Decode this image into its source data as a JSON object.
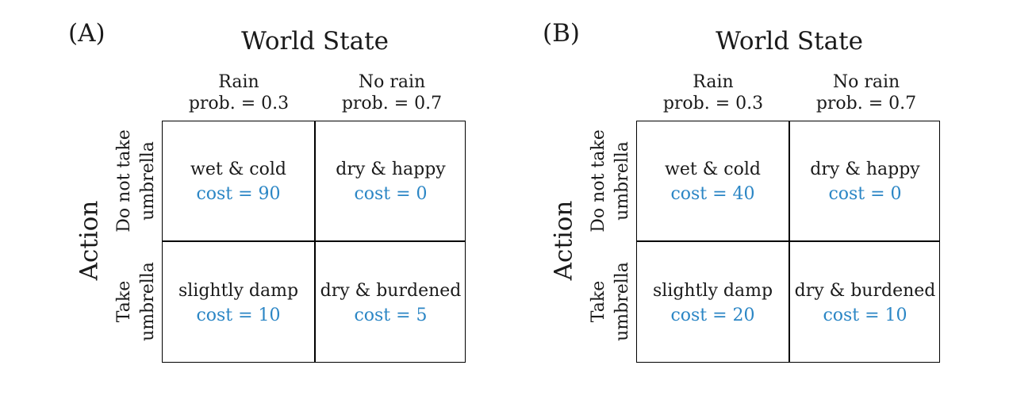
{
  "panels": [
    {
      "label": "(A)",
      "column_title": "World State",
      "row_title": "Action",
      "columns": [
        {
          "name": "Rain",
          "prob": "prob. = 0.3"
        },
        {
          "name": "No rain",
          "prob": "prob. = 0.7"
        }
      ],
      "rows": [
        {
          "line1": "Do not take",
          "line2": "umbrella"
        },
        {
          "line1": "Take",
          "line2": "umbrella"
        }
      ],
      "cells": [
        [
          {
            "outcome": "wet & cold",
            "cost": "cost = 90"
          },
          {
            "outcome": "dry & happy",
            "cost": "cost = 0"
          }
        ],
        [
          {
            "outcome": "slightly damp",
            "cost": "cost = 10"
          },
          {
            "outcome": "dry & burdened",
            "cost": "cost = 5"
          }
        ]
      ]
    },
    {
      "label": "(B)",
      "column_title": "World State",
      "row_title": "Action",
      "columns": [
        {
          "name": "Rain",
          "prob": "prob. = 0.3"
        },
        {
          "name": "No rain",
          "prob": "prob. = 0.7"
        }
      ],
      "rows": [
        {
          "line1": "Do not take",
          "line2": "umbrella"
        },
        {
          "line1": "Take",
          "line2": "umbrella"
        }
      ],
      "cells": [
        [
          {
            "outcome": "wet & cold",
            "cost": "cost = 40"
          },
          {
            "outcome": "dry & happy",
            "cost": "cost = 0"
          }
        ],
        [
          {
            "outcome": "slightly damp",
            "cost": "cost = 20"
          },
          {
            "outcome": "dry & burdened",
            "cost": "cost = 10"
          }
        ]
      ]
    }
  ],
  "colors": {
    "cost_text": "#2b86c5",
    "text": "#1a1a1a",
    "grid_line": "#000000"
  }
}
